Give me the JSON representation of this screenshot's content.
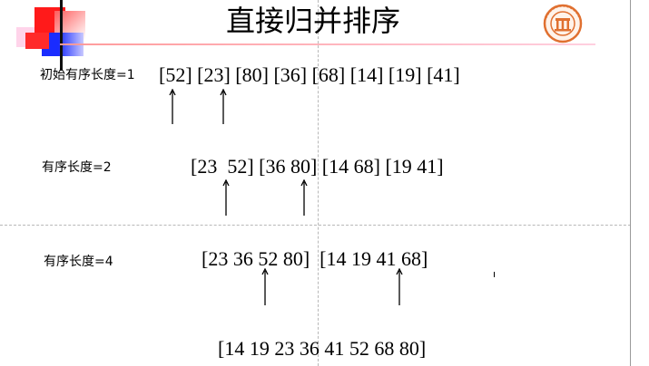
{
  "title": "直接归并排序",
  "logo": "university-seal-logo",
  "rows": [
    {
      "label": "初始有序长度=1",
      "sequence": "[52] [23] [80] [36] [68] [14] [19] [41]"
    },
    {
      "label": "有序长度=2",
      "sequence": "[23  52] [36 80] [14 68] [19 41]"
    },
    {
      "label": "有序长度=4",
      "sequence": "[23 36 52 80]  [14 19 41 68]"
    }
  ],
  "result": {
    "sequence": "[14 19 23 36 41 52 68 80]"
  },
  "colors": {
    "accent_red": "#ff1a1a",
    "accent_blue": "#1a2cff",
    "logo_orange": "#e07030",
    "text": "#000000"
  }
}
